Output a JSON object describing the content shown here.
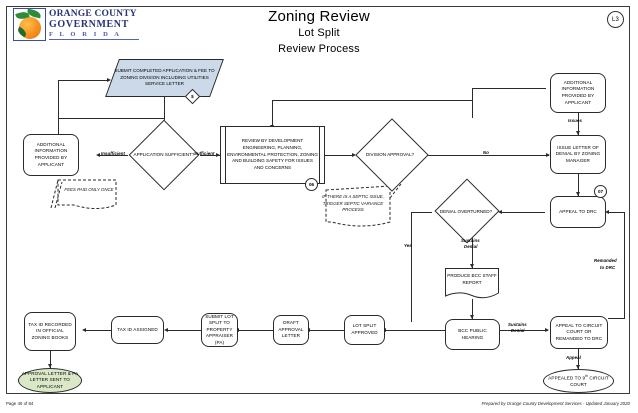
{
  "document": {
    "title": "Zoning Review",
    "subtitle": "Lot Split",
    "subtitle2": "Review Process",
    "corner_marker": "L3",
    "footer_left": "Page 40 of 84",
    "footer_right": "Prepared by Orange County Development Services - Updated January 2020"
  },
  "logo": {
    "line1": "ORANGE COUNTY",
    "line2": "GOVERNMENT",
    "line3": "F L O R I D A",
    "icon": "orange-fruit-icon"
  },
  "nodes": {
    "submit_application": "SUBMIT COMPLETED APPLICATION & FEE TO ZONING DIVISION INCLUDING UTILITIES SERVICE LETTER",
    "additional_info_left": "ADDITIONAL INFORMATION PROVIDED BY APPLICANT",
    "application_sufficient": "APPLICATION SUFFICIENT?",
    "review_by_development": "REVIEW BY DEVELOPMENT ENGINEERING, PLANNING, ENVIRONMENTAL PROTECTION, ZONING AND BUILDING SAFETY FOR ISSUES AND CONCERNS",
    "division_approval": "DIVISION APPROVAL?",
    "additional_info_right": "ADDITIONAL INFORMATION PROVIDED BY APPLICANT",
    "issue_letter_denial": "ISSUE LETTER OF DENIAL BY ZONING MANAGER",
    "appeal_to_drc": "APPEAL TO DRC",
    "denial_overturned": "DENIAL OVERTURNED?",
    "produce_bcc_staff_report": "PRODUCE BCC STAFF REPORT",
    "bcc_public_hearing": "BCC PUBLIC HEARING",
    "appeal_circuit_court": "APPEAL TO CIRCUIT COURT OR REMANDED TO DRC",
    "appealed_9th_circuit_pre": "APPEALED TO 9",
    "appealed_9th_circuit_sup": "th",
    "appealed_9th_circuit_post": " CIRCUIT COURT",
    "lot_split_approved": "LOT SPLIT APPROVED",
    "draft_approval_letter": "DRAFT APPROVAL LETTER",
    "submit_lot_split_pa": "SUBMIT LOT SPLIT TO PROPERTY APPRAISER (PA)",
    "tax_id_assigned": "TAX ID ASSIGNED",
    "tax_id_recorded": "TAX ID RECORDED IN OFFICIAL ZONING BOOKS",
    "approval_letter_sent": "APPROVAL LETTER & PA LETTER SENT TO APPLICANT"
  },
  "notes": {
    "fees_paid": "FEES PAID ONLY ONCE",
    "septic": "IF THERE IS A SEPTIC ISSUE, TRIGGER SEPTIC VARIANCE PROCESS"
  },
  "markers": {
    "fee": "$",
    "step_06": "06",
    "step_07a": "07",
    "step_07b": "07"
  },
  "edge_labels": {
    "insufficient": "Insufficient",
    "sufficient": "Sufficient",
    "no": "No",
    "issues": "Issues",
    "yes": "Yes",
    "sustains_denial_1_a": "Sustains",
    "sustains_denial_1_b": "Denial",
    "sustains_denial_2_a": "Sustains",
    "sustains_denial_2_b": "Denial",
    "remanded_a": "Remanded",
    "remanded_b": "to DRC",
    "appeal": "Appeal"
  },
  "colors": {
    "process_blue": "#ccd9e8",
    "terminator_green": "#dbe8c8",
    "line": "#2b2b2b"
  }
}
